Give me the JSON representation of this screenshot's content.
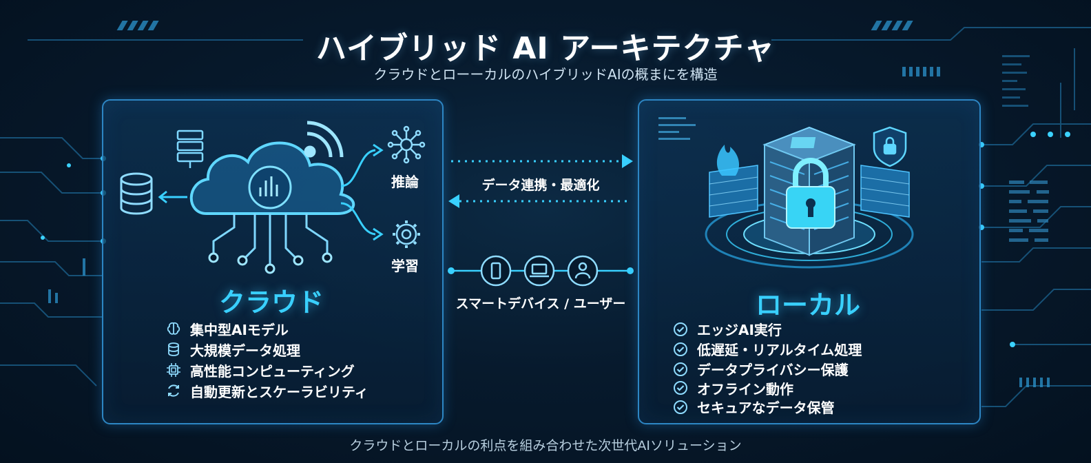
{
  "header": {
    "title": "ハイブリッド AI アーキテクチャ",
    "subtitle": "クラウドとローーカルのハイブリッドAIの概まにを構造"
  },
  "cloud": {
    "title": "クラウド",
    "actions": [
      {
        "label": "推論",
        "icon": "network-nodes-icon"
      },
      {
        "label": "学習",
        "icon": "gear-icon"
      }
    ],
    "features": [
      {
        "label": "集中型AIモデル",
        "icon": "brain-icon"
      },
      {
        "label": "大規模データ処理",
        "icon": "database-icon"
      },
      {
        "label": "高性能コンピューティング",
        "icon": "chip-icon"
      },
      {
        "label": "自動更新とスケーラビリティ",
        "icon": "refresh-icon"
      }
    ]
  },
  "middle": {
    "sync_label": "データ連携・最適化",
    "devices_label": "スマートデバイス / ユーザー",
    "device_icons": [
      "smartphone-icon",
      "laptop-icon",
      "user-icon"
    ]
  },
  "local": {
    "title": "ローカル",
    "features": [
      "エッジAI実行",
      "低遅延・リアルタイム処理",
      "データプライバシー保護",
      "オフライン動作",
      "セキュアなデータ保管"
    ],
    "feature_icon": "check-circle-icon"
  },
  "footer": {
    "text": "クラウドとローカルの利点を組み合わせた次世代AIソリューション"
  },
  "colors": {
    "accent": "#39d0ff",
    "panel_border": "#2d86c4",
    "background": "#071a2d"
  }
}
